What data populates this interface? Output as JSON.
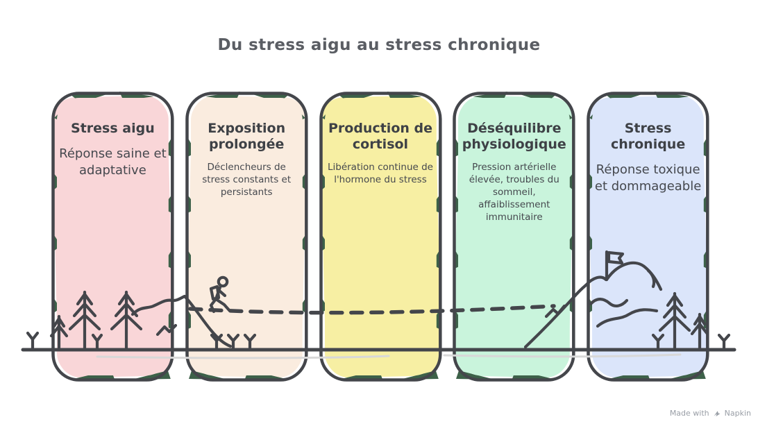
{
  "title": "Du stress aigu au stress chronique",
  "cards": [
    {
      "id": "stress-aigu",
      "title": "Stress aigu",
      "description": "Réponse saine et adaptative",
      "fill": "#f9d6d8",
      "emphasis": "large"
    },
    {
      "id": "exposition-prolongee",
      "title": "Exposition prolongée",
      "description": "Déclencheurs de stress constants et persistants",
      "fill": "#faecdf",
      "emphasis": "small"
    },
    {
      "id": "production-de-cortisol",
      "title": "Production de cortisol",
      "description": "Libération continue de l'hormone du stress",
      "fill": "#f7efa3",
      "emphasis": "small"
    },
    {
      "id": "desequilibre-physiologique",
      "title": "Déséquilibre physiologique",
      "description": "Pression artérielle élevée, troubles du sommeil, affaiblissement immunitaire",
      "fill": "#c9f4dc",
      "emphasis": "small"
    },
    {
      "id": "stress-chronique",
      "title": "Stress chronique",
      "description": "Réponse toxique et dommageable",
      "fill": "#dbe5fa",
      "emphasis": "large"
    }
  ],
  "watermark": {
    "prefix": "Made with",
    "brand": "Napkin"
  },
  "colors": {
    "background": "#ffffff",
    "ink": "#44464b",
    "sketch_green": "#3d6149",
    "heading": "#5a5d63",
    "title_text": "#3e4146",
    "body_text": "#45484e",
    "watermark_text": "#999ea6"
  },
  "illustration": {
    "elements": [
      "pine-trees",
      "grass-sprouts",
      "hill-line",
      "hiker",
      "dashed-trail",
      "mountain",
      "summit-flag",
      "ground-line"
    ]
  }
}
